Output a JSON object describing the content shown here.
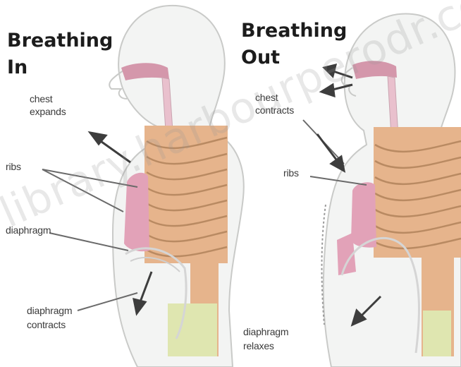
{
  "titles": {
    "left_line1": "Breathing",
    "left_line2": "In",
    "right_line1": "Breathing",
    "right_line2": "Out"
  },
  "labels": {
    "left_chest": [
      "chest",
      "expands"
    ],
    "left_ribs": "ribs",
    "left_diaphragm": "diaphragm",
    "left_diaphragm_action": [
      "diaphragm",
      "contracts"
    ],
    "right_chest": [
      "chest",
      "contracts"
    ],
    "right_ribs": "ribs",
    "right_diaphragm_action": [
      "diaphragm",
      "relaxes"
    ]
  },
  "watermark": "library.harbourperodr.com",
  "colors": {
    "body_fill": "#f3f4f3",
    "body_outline": "#c9cac8",
    "ribcage": "#e6b48c",
    "rib_lines": "#b98a62",
    "lungs": "#e2a2b8",
    "airway": "#d497ab",
    "abdomen": "#dfe6b0",
    "arrow": "#3d3d3d"
  }
}
